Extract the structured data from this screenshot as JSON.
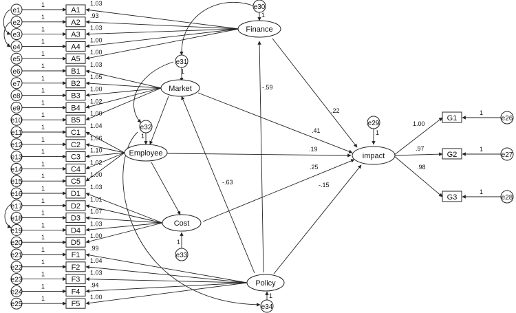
{
  "latents": {
    "finance": "Finance",
    "market": "Market",
    "employee": "Employee",
    "cost": "Cost",
    "policy": "Policy",
    "impact": "impact"
  },
  "observed": [
    "A1",
    "A2",
    "A3",
    "A4",
    "A5",
    "B1",
    "B2",
    "B3",
    "B4",
    "B5",
    "C1",
    "C2",
    "C3",
    "C4",
    "C5",
    "D1",
    "D2",
    "D3",
    "D4",
    "D5",
    "F1",
    "F2",
    "F3",
    "F4",
    "F5",
    "G1",
    "G2",
    "G3"
  ],
  "errors": [
    "e1",
    "e2",
    "e3",
    "e4",
    "e5",
    "e6",
    "e7",
    "e8",
    "e9",
    "e10",
    "e11",
    "e12",
    "e13",
    "e14",
    "e15",
    "e16",
    "e17",
    "e18",
    "e19",
    "e20",
    "e21",
    "e22",
    "e23",
    "e24",
    "e25",
    "e26",
    "e27",
    "e28",
    "e29",
    "e30",
    "e31",
    "e32",
    "e33",
    "e34"
  ],
  "error_paths": [
    "1",
    "1",
    "1",
    "1",
    "1",
    "1",
    "1",
    "1",
    "1",
    "1",
    "1",
    "1",
    "1",
    "1",
    "1",
    "1",
    "1",
    "1",
    "1",
    "1",
    "1",
    "1",
    "1",
    "1",
    "1",
    "1",
    "1",
    "1"
  ],
  "disturbance_paths": {
    "e29": "1",
    "e30": "1",
    "e31": "1",
    "e32": "1",
    "e33": "1",
    "e34": "1"
  },
  "loadings": {
    "A": [
      "1.03",
      ".93",
      "1.03",
      "1.00",
      "1.00"
    ],
    "B": [
      "1.03",
      "1.05",
      "1.00",
      "1.02",
      "1.00"
    ],
    "C": [
      "1.04",
      "1.06",
      "1.10",
      "1.02",
      "1.00"
    ],
    "D": [
      "1.03",
      "1.01",
      "1.07",
      "1.03",
      "1.00"
    ],
    "F": [
      ".99",
      "1.04",
      "1.03",
      ".94",
      "1.00"
    ],
    "G": [
      "1.00",
      ".97",
      ".98"
    ]
  },
  "structural": {
    "finance_impact": ".22",
    "market_impact": ".41",
    "employee_impact": ".19",
    "cost_impact": ".25",
    "policy_impact": "-.15",
    "policy_finance": "-.59",
    "policy_market": "-.63"
  }
}
